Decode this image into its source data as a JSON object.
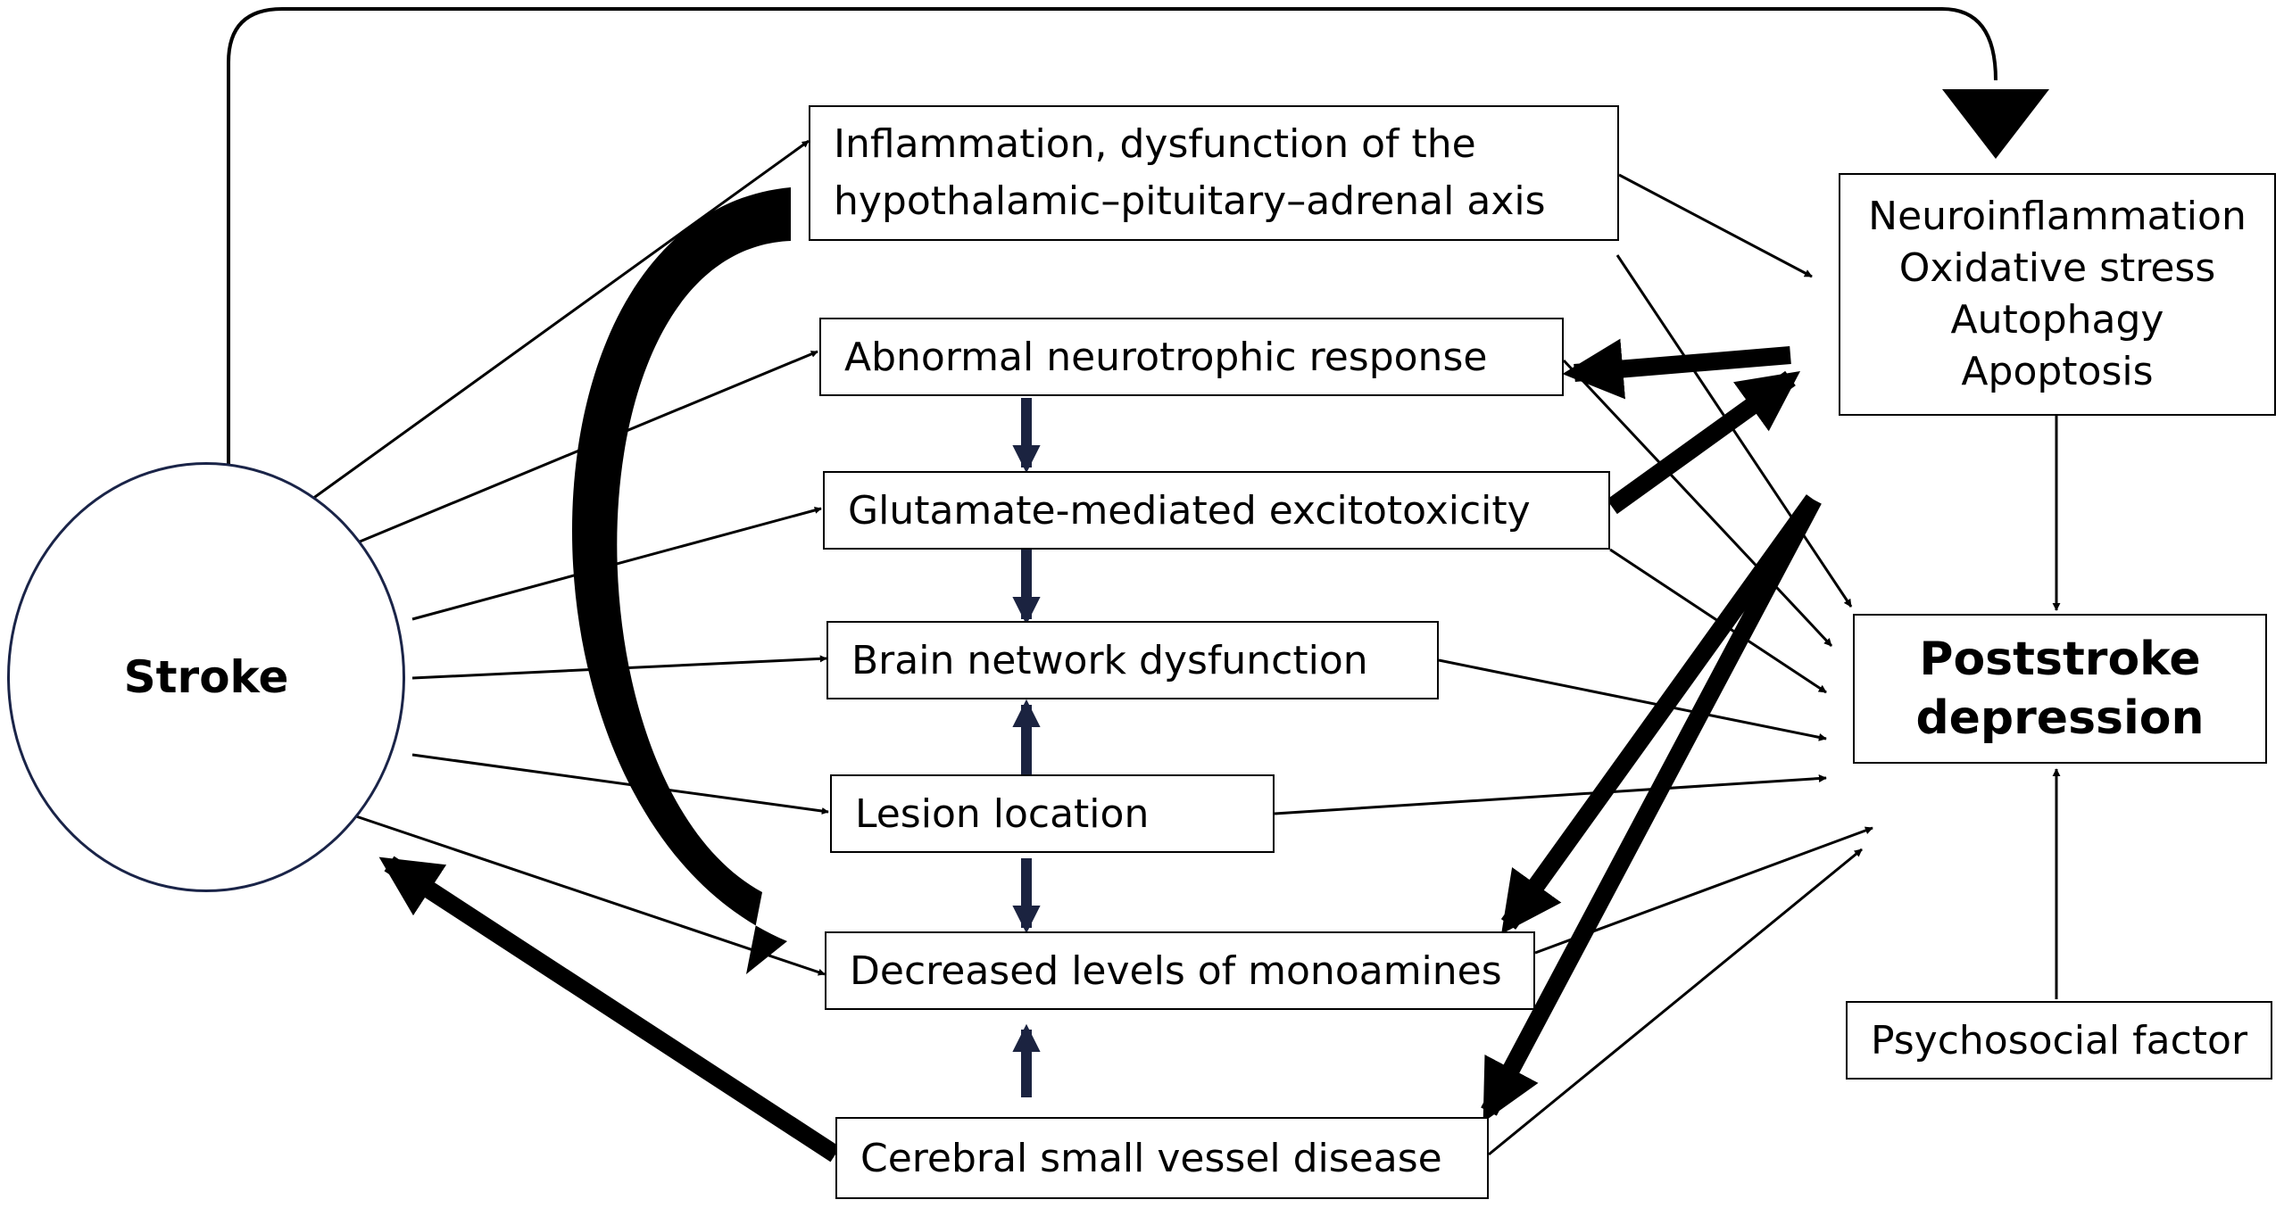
{
  "stroke": {
    "label": "Stroke"
  },
  "factors": {
    "inflammation": [
      "Inflammation, dysfunction of the",
      "hypothalamic–pituitary–adrenal axis"
    ],
    "neurotrophic": "Abnormal neurotrophic response",
    "glutamate": "Glutamate-mediated excitotoxicity",
    "network": "Brain network dysfunction",
    "lesion": "Lesion location",
    "monoamines": "Decreased levels of monoamines",
    "small_vessel": "Cerebral small vessel disease"
  },
  "mechanisms": [
    "Neuroinflammation",
    "Oxidative stress",
    "Autophagy",
    "Apoptosis"
  ],
  "outcome": [
    "Poststroke",
    "depression"
  ],
  "psychosocial": "Psychosocial factor",
  "colors": {
    "line": "#000000",
    "circle_border": "#1a2448",
    "vertical_arrow": "#1b2340"
  }
}
